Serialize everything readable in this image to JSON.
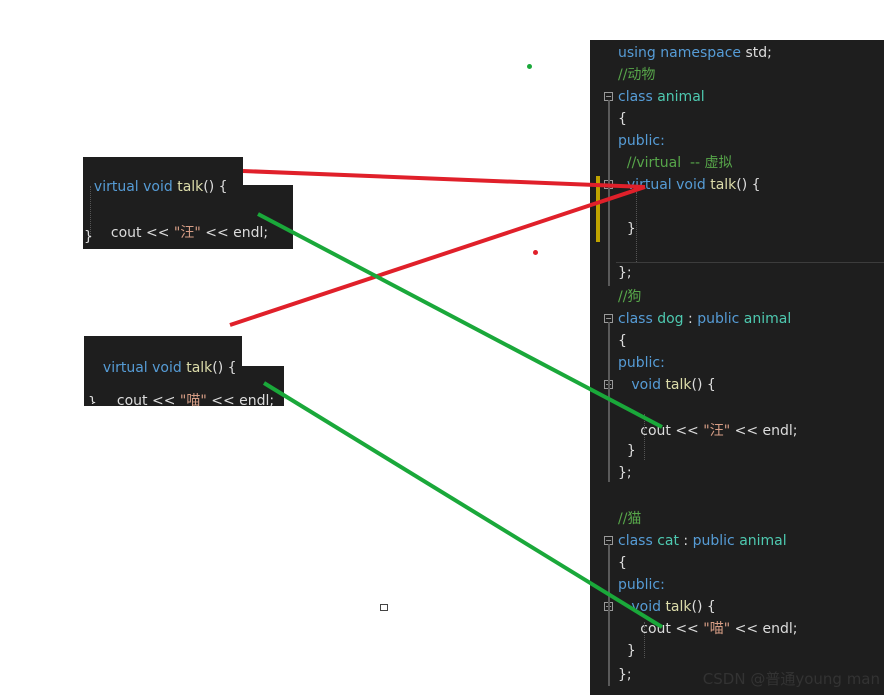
{
  "editor": {
    "lines": [
      {
        "parts": [
          {
            "t": "using namespace ",
            "c": "kw"
          },
          {
            "t": "std;",
            "c": "pl"
          }
        ]
      },
      {
        "parts": [
          {
            "t": "//动物",
            "c": "cm"
          }
        ]
      },
      {
        "parts": [
          {
            "t": "class ",
            "c": "kw"
          },
          {
            "t": "animal",
            "c": "ty"
          }
        ]
      },
      {
        "parts": [
          {
            "t": "{",
            "c": "pl"
          }
        ]
      },
      {
        "parts": [
          {
            "t": "public:",
            "c": "kw"
          }
        ]
      },
      {
        "parts": [
          {
            "t": "  //virtual  -- 虚拟",
            "c": "cm"
          }
        ]
      },
      {
        "parts": [
          {
            "t": "  virtual void ",
            "c": "kw"
          },
          {
            "t": "talk",
            "c": "fn"
          },
          {
            "t": "() {",
            "c": "pl"
          }
        ]
      },
      {
        "parts": [
          {
            "t": "",
            "c": "pl"
          }
        ]
      },
      {
        "parts": [
          {
            "t": "  }",
            "c": "pl"
          }
        ]
      },
      {
        "parts": [
          {
            "t": "",
            "c": "pl"
          }
        ]
      },
      {
        "parts": [
          {
            "t": "};",
            "c": "pl"
          }
        ]
      },
      {
        "parts": [
          {
            "t": "//狗",
            "c": "cm"
          }
        ]
      },
      {
        "parts": [
          {
            "t": "class ",
            "c": "kw"
          },
          {
            "t": "dog",
            "c": "ty"
          },
          {
            "t": " : ",
            "c": "pl"
          },
          {
            "t": "public ",
            "c": "kw"
          },
          {
            "t": "animal",
            "c": "ty"
          }
        ]
      },
      {
        "parts": [
          {
            "t": "{",
            "c": "pl"
          }
        ]
      },
      {
        "parts": [
          {
            "t": "public:",
            "c": "kw"
          }
        ]
      },
      {
        "parts": [
          {
            "t": "   void ",
            "c": "kw"
          },
          {
            "t": "talk",
            "c": "fn"
          },
          {
            "t": "() {",
            "c": "pl"
          }
        ]
      },
      {
        "parts": [
          {
            "t": "",
            "c": "pl"
          }
        ]
      },
      {
        "parts": [
          {
            "t": "     cout << ",
            "c": "pl"
          },
          {
            "t": "\"汪\"",
            "c": "st"
          },
          {
            "t": " << endl;",
            "c": "pl"
          }
        ]
      },
      {
        "parts": [
          {
            "t": "  }",
            "c": "pl"
          }
        ]
      },
      {
        "parts": [
          {
            "t": "};",
            "c": "pl"
          }
        ]
      },
      {
        "parts": [
          {
            "t": "//猫",
            "c": "cm"
          }
        ]
      },
      {
        "parts": [
          {
            "t": "class ",
            "c": "kw"
          },
          {
            "t": "cat",
            "c": "ty"
          },
          {
            "t": " : ",
            "c": "pl"
          },
          {
            "t": "public ",
            "c": "kw"
          },
          {
            "t": "animal",
            "c": "ty"
          }
        ]
      },
      {
        "parts": [
          {
            "t": "{",
            "c": "pl"
          }
        ]
      },
      {
        "parts": [
          {
            "t": "public:",
            "c": "kw"
          }
        ]
      },
      {
        "parts": [
          {
            "t": "   void ",
            "c": "kw"
          },
          {
            "t": "talk",
            "c": "fn"
          },
          {
            "t": "() {",
            "c": "pl"
          }
        ]
      },
      {
        "parts": [
          {
            "t": "     cout << ",
            "c": "pl"
          },
          {
            "t": "\"喵\"",
            "c": "st"
          },
          {
            "t": " << endl;",
            "c": "pl"
          }
        ]
      },
      {
        "parts": [
          {
            "t": "  }",
            "c": "pl"
          }
        ]
      },
      {
        "parts": [
          {
            "t": "};",
            "c": "pl"
          }
        ]
      }
    ]
  },
  "snippet_dog": {
    "line1": {
      "kw": "virtual void ",
      "fn": "talk",
      "rest": "() {"
    },
    "line2": {
      "pre": "cout << ",
      "str": "\"汪\"",
      "post": " << endl;"
    },
    "line3": "}"
  },
  "snippet_cat": {
    "line1": {
      "kw": "virtual void ",
      "fn": "talk",
      "rest": "() {"
    },
    "line2": {
      "pre": "cout << ",
      "str": "\"喵\"",
      "post": " << endl;"
    },
    "line3": "}"
  },
  "watermark": "CSDN @普通young man",
  "colors": {
    "red_arrow": "#e0202a",
    "green_arrow": "#1aa83a"
  }
}
